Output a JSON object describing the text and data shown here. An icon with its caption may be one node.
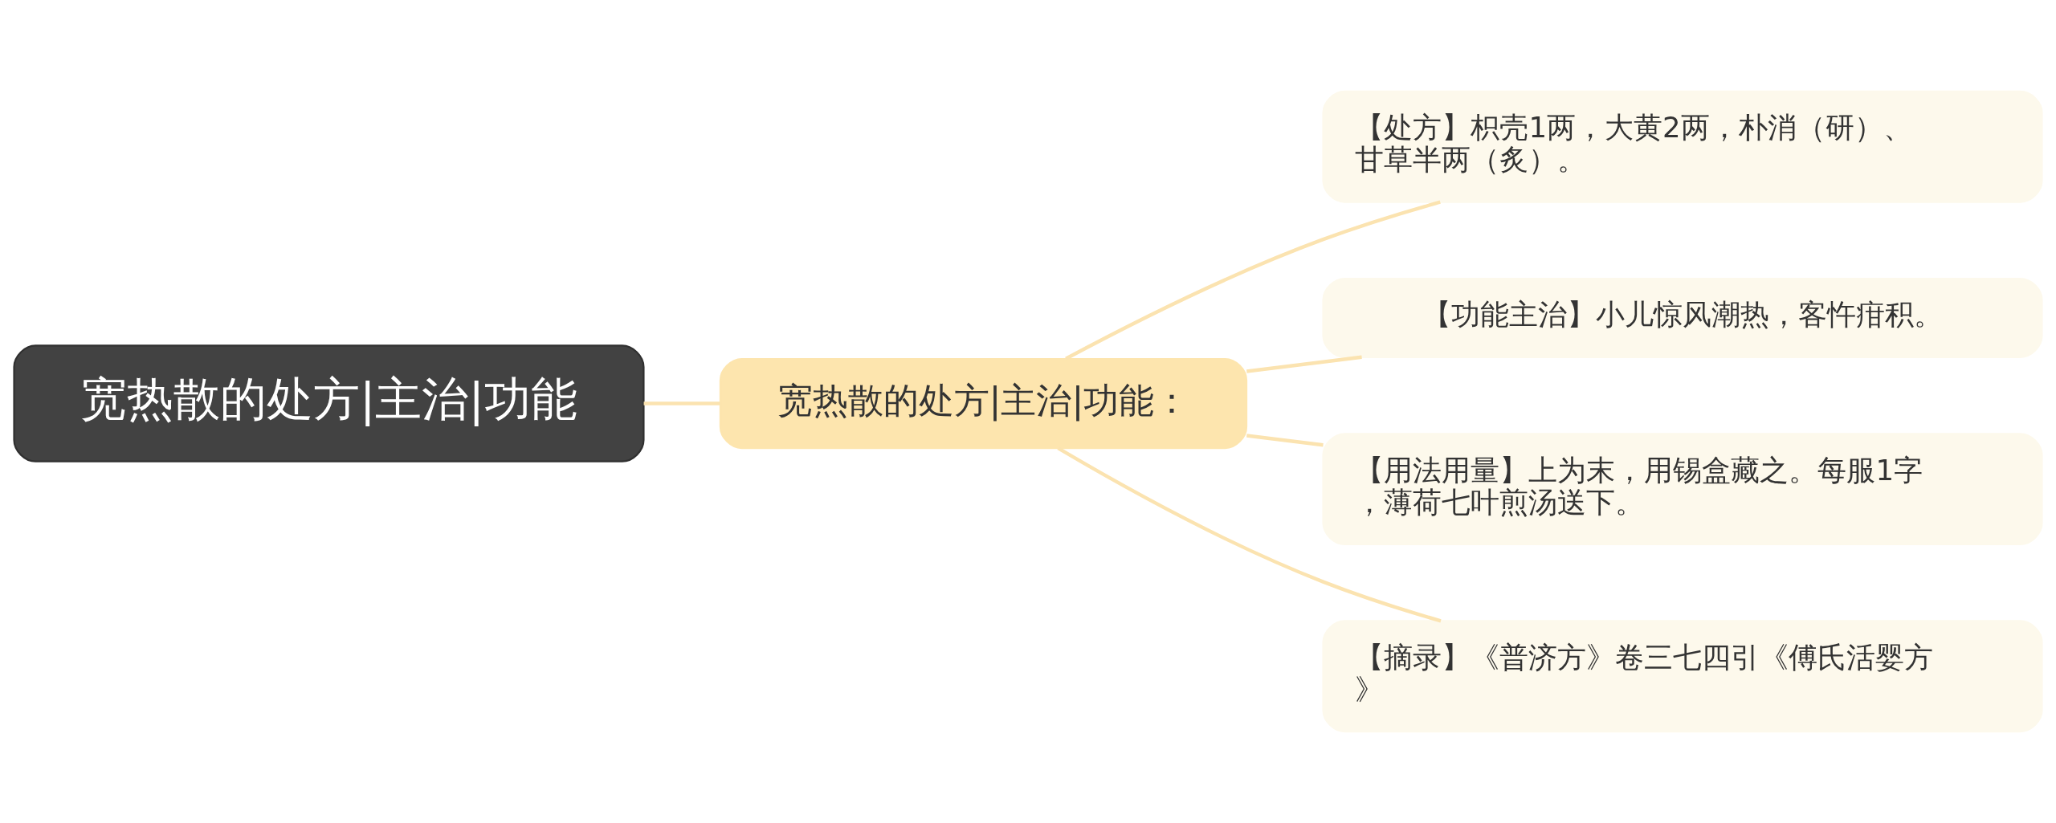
{
  "diagram": {
    "nodes": [
      {
        "text": [
          "宽热散的处方|主治|功能"
        ]
      },
      {
        "text": [
          "宽热散的处方|主治|功能："
        ]
      },
      {
        "text": [
          "【处方】枳壳1两，大黄2两，朴消（研）、甘草半两（炙）。"
        ]
      },
      {
        "text": [
          "【功能主治】小儿惊风潮热，客忤疳积。"
        ]
      },
      {
        "text": [
          "【用法用量】上为末，用锡盒藏之。每服1字，薄荷七叶煎汤送下。"
        ]
      },
      {
        "text": [
          "【摘录】《普济方》卷三七四引《傅氏活婴方》"
        ]
      }
    ],
    "edges": [
      {
        "from": 0,
        "to": 1,
        "arrow": "none"
      },
      {
        "from": 1,
        "to": 2,
        "arrow": "none"
      },
      {
        "from": 1,
        "to": 3,
        "arrow": "none"
      },
      {
        "from": 1,
        "to": 4,
        "arrow": "none"
      },
      {
        "from": 1,
        "to": 5,
        "arrow": "none"
      }
    ]
  }
}
